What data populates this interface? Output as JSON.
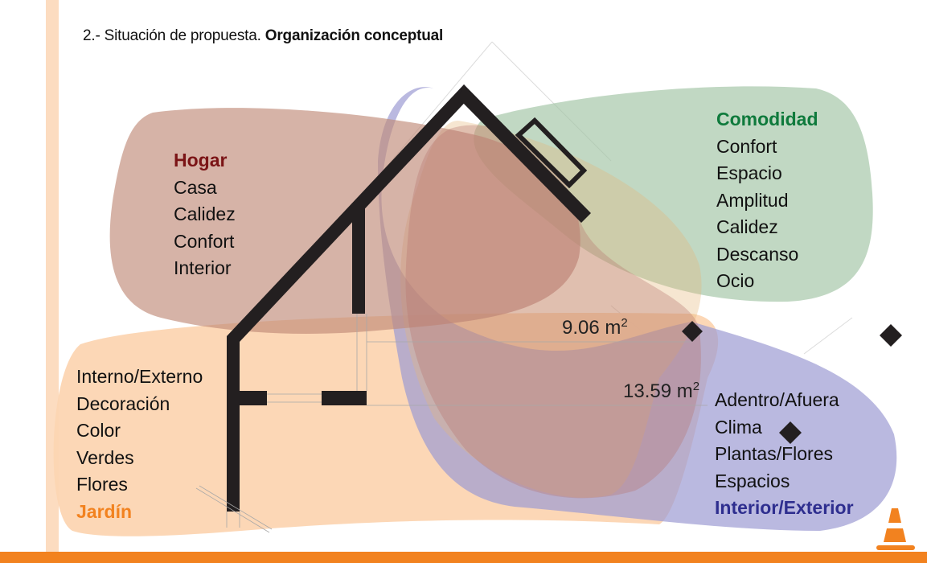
{
  "header": {
    "title_prefix": "2.- Situación de propuesta. ",
    "title_bold": "Organización conceptual"
  },
  "colors": {
    "hogar_blob": "#c08a78",
    "comodidad_blob": "#9fc3a3",
    "jardin_blob": "#fcd5b2",
    "interior_exterior_blob": "#9d9bd3",
    "overlap_blob": "#b87570",
    "hogar_title": "#7b1416",
    "comodidad_title": "#0f7a3c",
    "jardin_title": "#f2821f",
    "interior_exterior_title": "#2e2e8f",
    "house_outline": "#231f20",
    "accent_bar": "#f2821f",
    "side_stripe": "#fcdcc0"
  },
  "groups": {
    "hogar": {
      "title": "Hogar",
      "items": [
        "Casa",
        "Calidez",
        "Confort",
        "Interior"
      ]
    },
    "comodidad": {
      "title": "Comodidad",
      "items": [
        "Confort",
        "Espacio",
        "Amplitud",
        "Calidez",
        "Descanso",
        "Ocio"
      ]
    },
    "jardin": {
      "title": "Jardín",
      "items": [
        "Interno/Externo",
        "Decoración",
        "Color",
        "Verdes",
        "Flores"
      ]
    },
    "interior_exterior": {
      "title": "Interior/Exterior",
      "items": [
        "Adentro/Afuera",
        "Clima",
        "Plantas/Flores",
        "Espacios"
      ]
    }
  },
  "areas": {
    "area_1": {
      "value": "9.06 m",
      "unit_sup": "2"
    },
    "area_2": {
      "value": "13.59 m",
      "unit_sup": "2"
    }
  },
  "icons": {
    "level_markers": [
      "diamond-marker",
      "diamond-marker",
      "diamond-marker"
    ],
    "logo": "traffic-cone-icon"
  }
}
